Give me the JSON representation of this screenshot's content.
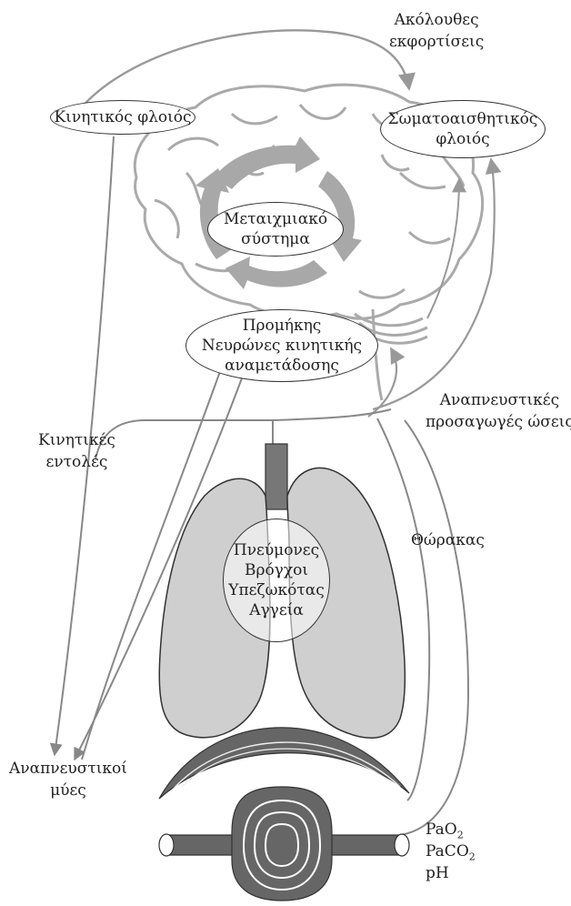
{
  "colors": {
    "stroke": "#333333",
    "gray_arrow": "#999999",
    "brain_gray": "#aaaaaa",
    "lung_fill": "#cfcfcf",
    "dark_fill": "#666666"
  },
  "labels": {
    "followup_discharges": [
      "Ακόλουθες",
      "εκφορτίσεις"
    ],
    "motor_cortex": "Κινητικός φλοιός",
    "somatosensory_cortex": [
      "Σωματοαισθητικός",
      "φλοιός"
    ],
    "limbic_system": [
      "Μεταιχμιακό",
      "σύστημα"
    ],
    "medulla": [
      "Προμήκης",
      "Νευρώνες κινητικής",
      "αναμετάδοσης"
    ],
    "respiratory_afferents": [
      "Αναπνευστικές",
      "προσαγωγές ώσεις"
    ],
    "motor_commands": [
      "Κινητικές",
      "εντολές"
    ],
    "thorax": "Θώρακας",
    "lungs_block": [
      "Πνεύμονες",
      "Βρόγχοι",
      "Υπεζωκότας",
      "Αγγεία"
    ],
    "respiratory_muscles": [
      "Αναπνευστικοί",
      "μύες"
    ],
    "blood_gases": {
      "pao2": {
        "base": "PaO",
        "sub": "2"
      },
      "paco2": {
        "base": "PaCO",
        "sub": "2"
      },
      "ph": "pH"
    }
  }
}
